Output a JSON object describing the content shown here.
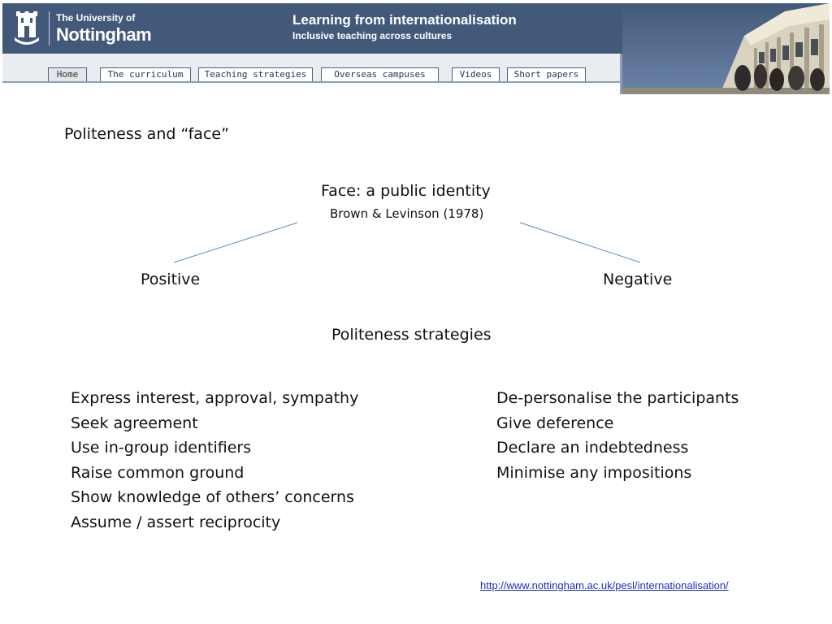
{
  "header": {
    "university_small": "The University of",
    "university_big": "Nottingham",
    "site_title": "Learning from internationalisation",
    "site_subtitle": "Inclusive teaching across cultures"
  },
  "nav": {
    "tabs": [
      {
        "label": "Home",
        "active": true
      },
      {
        "label": "The curriculum"
      },
      {
        "label": "Teaching strategies"
      },
      {
        "label": "Overseas campuses"
      },
      {
        "label": "Videos"
      },
      {
        "label": "Short papers"
      }
    ]
  },
  "slide": {
    "title": "Politeness and “face”",
    "face_heading": "Face: a public identity",
    "face_reference": "Brown & Levinson (1978)",
    "positive_label": "Positive",
    "negative_label": "Negative",
    "strategies_heading": "Politeness strategies",
    "positive_strategies": [
      "Express interest, approval, sympathy",
      "Seek agreement",
      "Use in-group identifiers",
      "Raise common ground",
      "Show knowledge of others’ concerns",
      "Assume / assert reciprocity"
    ],
    "negative_strategies": [
      "De-personalise the participants",
      "Give deference",
      "Declare an indebtedness",
      "Minimise any impositions"
    ]
  },
  "footer": {
    "url": "http://www.nottingham.ac.uk/pesl/internationalisation/"
  },
  "colors": {
    "banner": "#43597a",
    "connector_line": "#5b8ac4",
    "link": "#1a2fc8"
  }
}
